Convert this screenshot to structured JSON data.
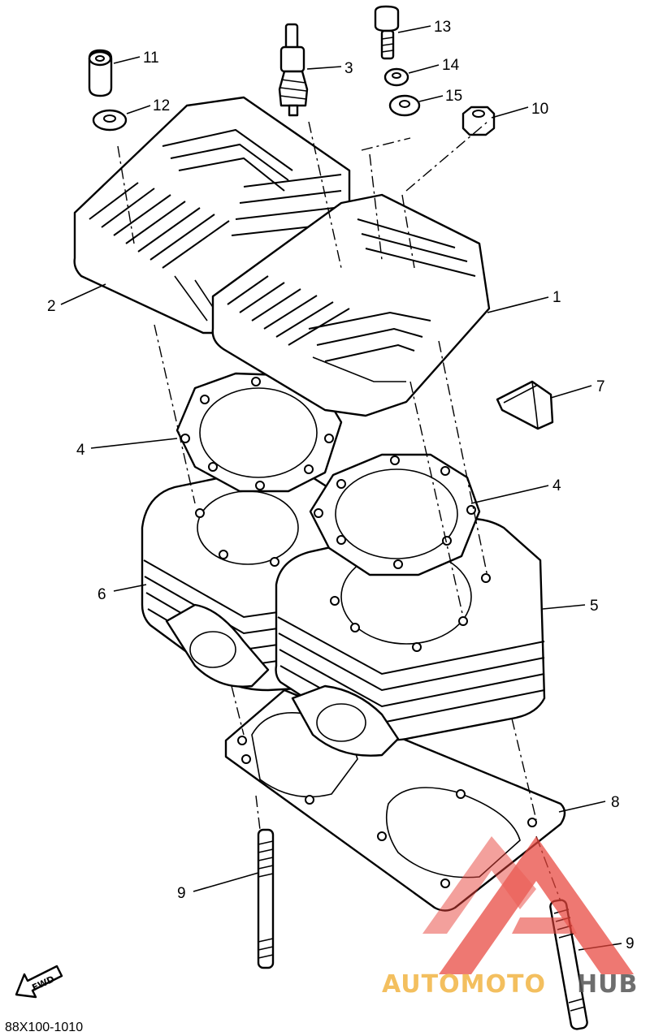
{
  "diagram_code": "88X100-1010",
  "fwd_label": "FWD",
  "callouts": [
    {
      "id": "c1",
      "label": "1"
    },
    {
      "id": "c2",
      "label": "2"
    },
    {
      "id": "c3",
      "label": "3"
    },
    {
      "id": "c4a",
      "label": "4"
    },
    {
      "id": "c4b",
      "label": "4"
    },
    {
      "id": "c5",
      "label": "5"
    },
    {
      "id": "c6",
      "label": "6"
    },
    {
      "id": "c7",
      "label": "7"
    },
    {
      "id": "c8",
      "label": "8"
    },
    {
      "id": "c9a",
      "label": "9"
    },
    {
      "id": "c9b",
      "label": "9"
    },
    {
      "id": "c10",
      "label": "10"
    },
    {
      "id": "c11",
      "label": "11"
    },
    {
      "id": "c12",
      "label": "12"
    },
    {
      "id": "c13",
      "label": "13"
    },
    {
      "id": "c14",
      "label": "14"
    },
    {
      "id": "c15",
      "label": "15"
    }
  ],
  "watermark": {
    "part1": "AUTOMOTO",
    "part2": "HUB",
    "color_primary": "#e8453c",
    "color_secondary": "#f2b544",
    "color_dark": "#555555"
  }
}
